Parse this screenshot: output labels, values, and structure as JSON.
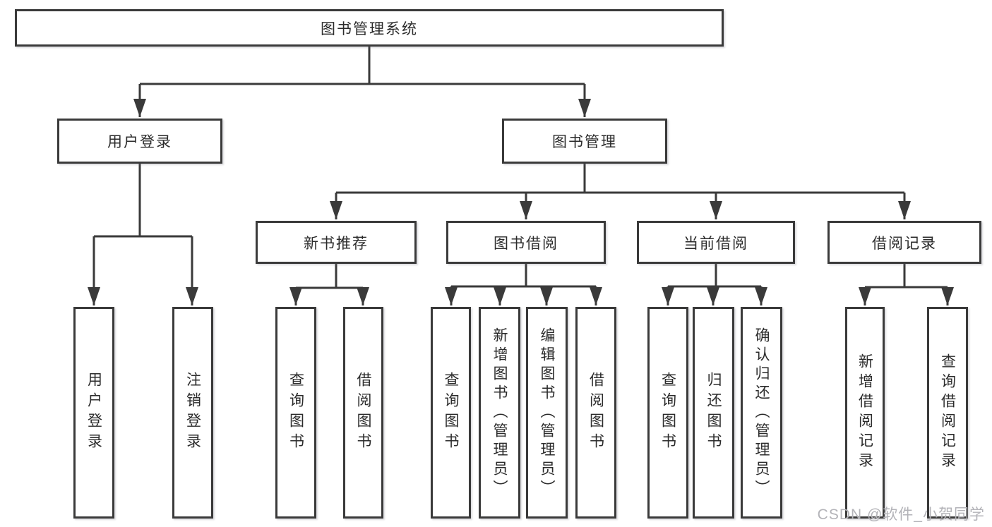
{
  "diagram": {
    "tree": {
      "root": "图书管理系统",
      "level2": [
        {
          "label": "用户登录",
          "leaves": [
            "用户登录",
            "注销登录"
          ]
        },
        {
          "label": "图书管理",
          "sections": [
            {
              "label": "新书推荐",
              "leaves": [
                "查询图书",
                "借阅图书"
              ]
            },
            {
              "label": "图书借阅",
              "leaves": [
                "查询图书",
                "新增图书（管理员）",
                "编辑图书（管理员）",
                "借阅图书"
              ]
            },
            {
              "label": "当前借阅",
              "leaves": [
                "查询图书",
                "归还图书",
                "确认归还（管理员）"
              ]
            },
            {
              "label": "借阅记录",
              "leaves": [
                "新增借阅记录",
                "查询借阅记录"
              ]
            }
          ]
        }
      ]
    },
    "watermark": "CSDN @软件_小贺同学",
    "colors": {
      "line": "#3a3a3a",
      "box_border": "#3a3a3a",
      "text": "#2b2b2b",
      "watermark": "#b3b3b8",
      "background": "#ffffff"
    }
  }
}
